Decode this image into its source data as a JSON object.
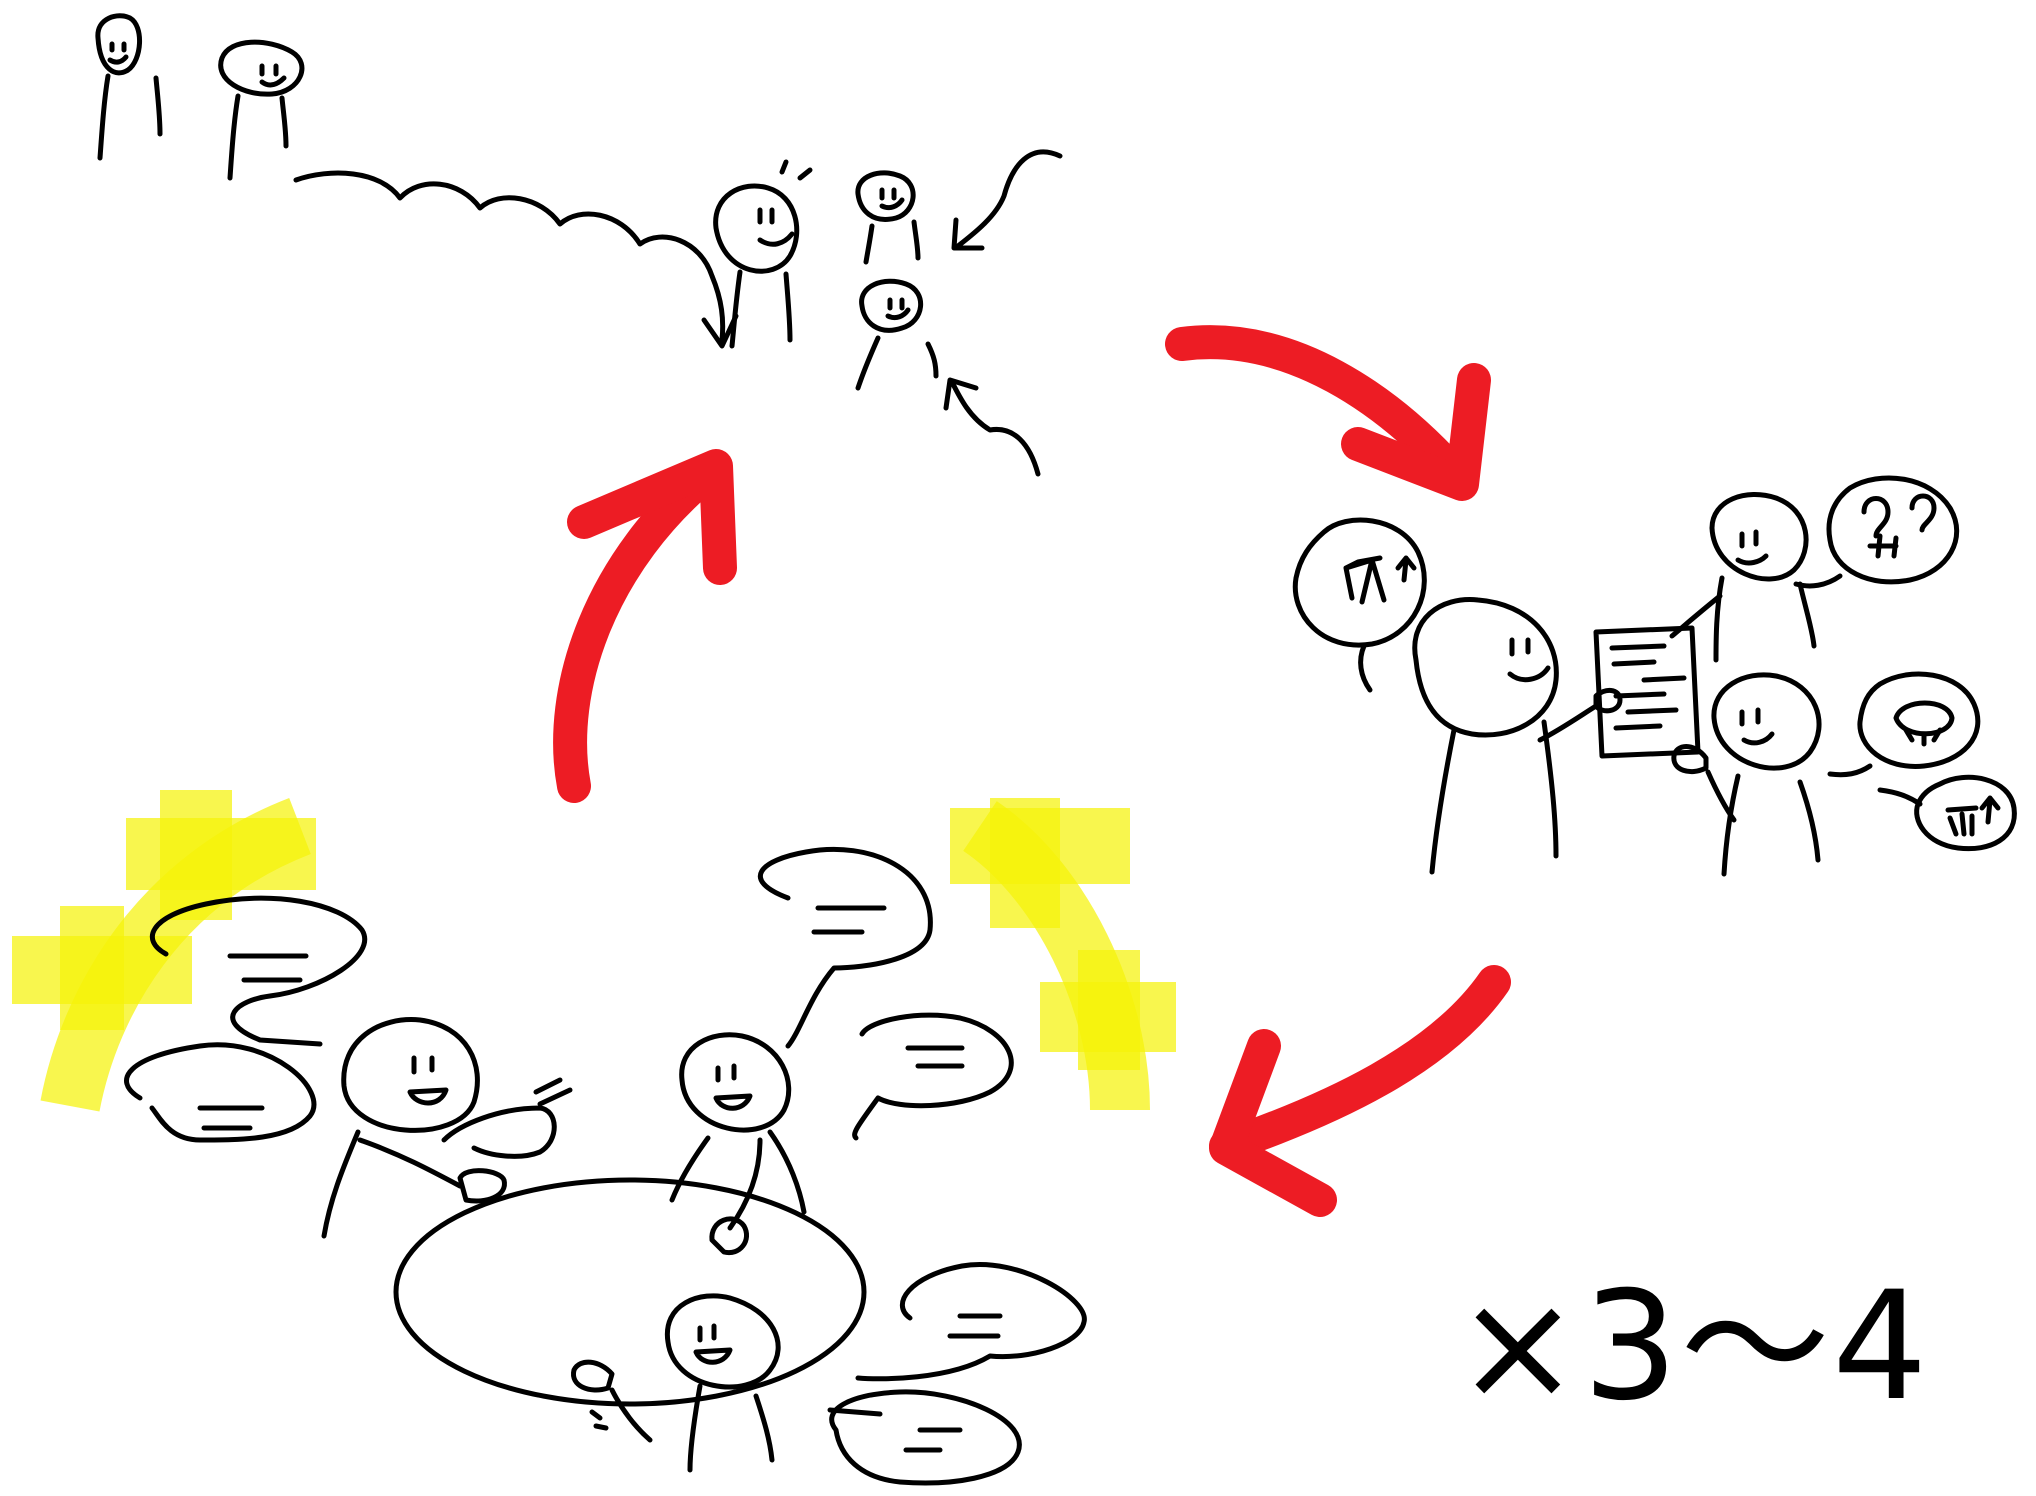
{
  "diagram": {
    "stages": [
      {
        "name": "gathering-people"
      },
      {
        "name": "presenting-ideas"
      },
      {
        "name": "round-table-discussion"
      }
    ],
    "multiplier_label": "×3〜4"
  },
  "colors": {
    "ink": "#000000",
    "arrow": "#ed1c24",
    "highlight": "#f5f20a",
    "background": "#ffffff"
  }
}
